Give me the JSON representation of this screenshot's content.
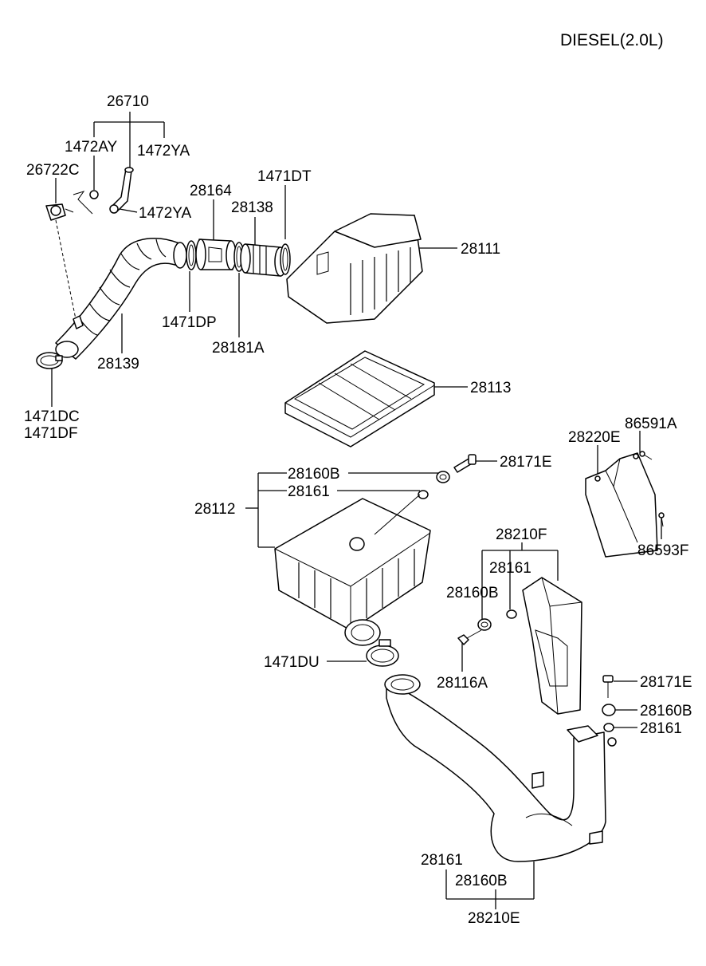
{
  "title": "DIESEL(2.0L)",
  "labels": {
    "p26710": "26710",
    "p1472AY": "1472AY",
    "p1472YA_a": "1472YA",
    "p26722C": "26722C",
    "p1472YA_b": "1472YA",
    "p28164": "28164",
    "p1471DT": "1471DT",
    "p28138": "28138",
    "p28111": "28111",
    "p1471DP": "1471DP",
    "p28181A": "28181A",
    "p28139": "28139",
    "p1471DC": "1471DC",
    "p1471DF": "1471DF",
    "p28113": "28113",
    "p28220E": "28220E",
    "p86591A": "86591A",
    "p28160B_a": "28160B",
    "p28171E_a": "28171E",
    "p28161_a": "28161",
    "p28112": "28112",
    "p86593F": "86593F",
    "p28210F": "28210F",
    "p28161_b": "28161",
    "p28160B_b": "28160B",
    "p1471DU": "1471DU",
    "p28116A": "28116A",
    "p28171E_b": "28171E",
    "p28160B_c": "28160B",
    "p28161_c": "28161",
    "p28161_d": "28161",
    "p28160B_d": "28160B",
    "p28210E": "28210E"
  }
}
